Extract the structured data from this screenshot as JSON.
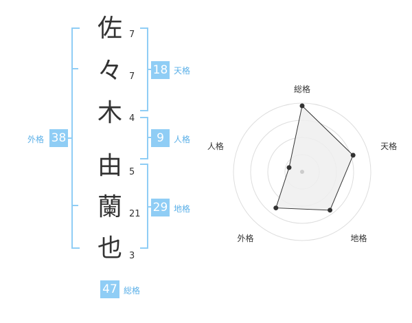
{
  "name": {
    "characters": [
      {
        "char": "佐",
        "strokes": "7"
      },
      {
        "char": "々",
        "strokes": "7"
      },
      {
        "char": "木",
        "strokes": "4"
      },
      {
        "char": "由",
        "strokes": "5"
      },
      {
        "char": "蘭",
        "strokes": "21"
      },
      {
        "char": "也",
        "strokes": "3"
      }
    ]
  },
  "scores": {
    "tenkaku": {
      "value": "18",
      "label": "天格"
    },
    "jinkaku": {
      "value": "9",
      "label": "人格"
    },
    "chikaku": {
      "value": "29",
      "label": "地格"
    },
    "gaikaku": {
      "value": "38",
      "label": "外格"
    },
    "soukaku": {
      "value": "47",
      "label": "総格"
    }
  },
  "colors": {
    "accent": "#8fcdf5",
    "accent_text": "#5bb0e8",
    "radar_fill": "#efefef",
    "radar_line": "#333333",
    "ring": "#dddddd"
  },
  "chart_data": {
    "type": "radar",
    "axes": [
      "総格",
      "天格",
      "地格",
      "外格",
      "人格"
    ],
    "values": [
      0.96,
      0.78,
      0.69,
      0.65,
      0.2
    ],
    "max": 1,
    "rings": 4
  }
}
